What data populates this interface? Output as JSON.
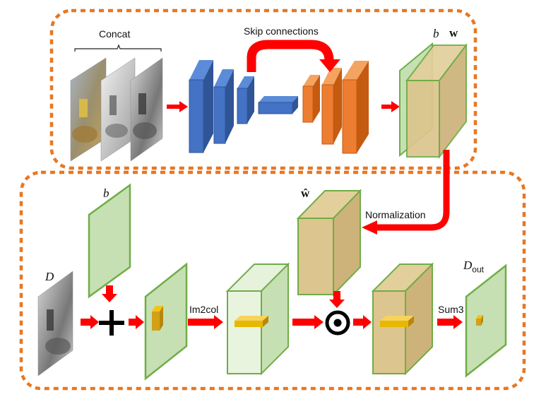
{
  "top_panel": {
    "concat_label": "Concat",
    "skip_label": "Skip connections",
    "b_label": "b",
    "w_label": "w"
  },
  "bottom_panel": {
    "b_label": "b",
    "w_hat_label": "ŵ",
    "normalization_label": "Normalization",
    "d_label": "D",
    "im2col_label": "Im2col",
    "sum3_label": "Sum3",
    "d_out_main": "D",
    "d_out_sub": "out"
  },
  "colors": {
    "border": "#e87722",
    "arrow": "#ff0000",
    "encoder": "#4472c4",
    "decoder": "#ed7d31",
    "green_fill": "#c6e0b4",
    "green_edge": "#70ad47",
    "tan_fill": "#dcc58e",
    "gold": "#e6b800"
  }
}
